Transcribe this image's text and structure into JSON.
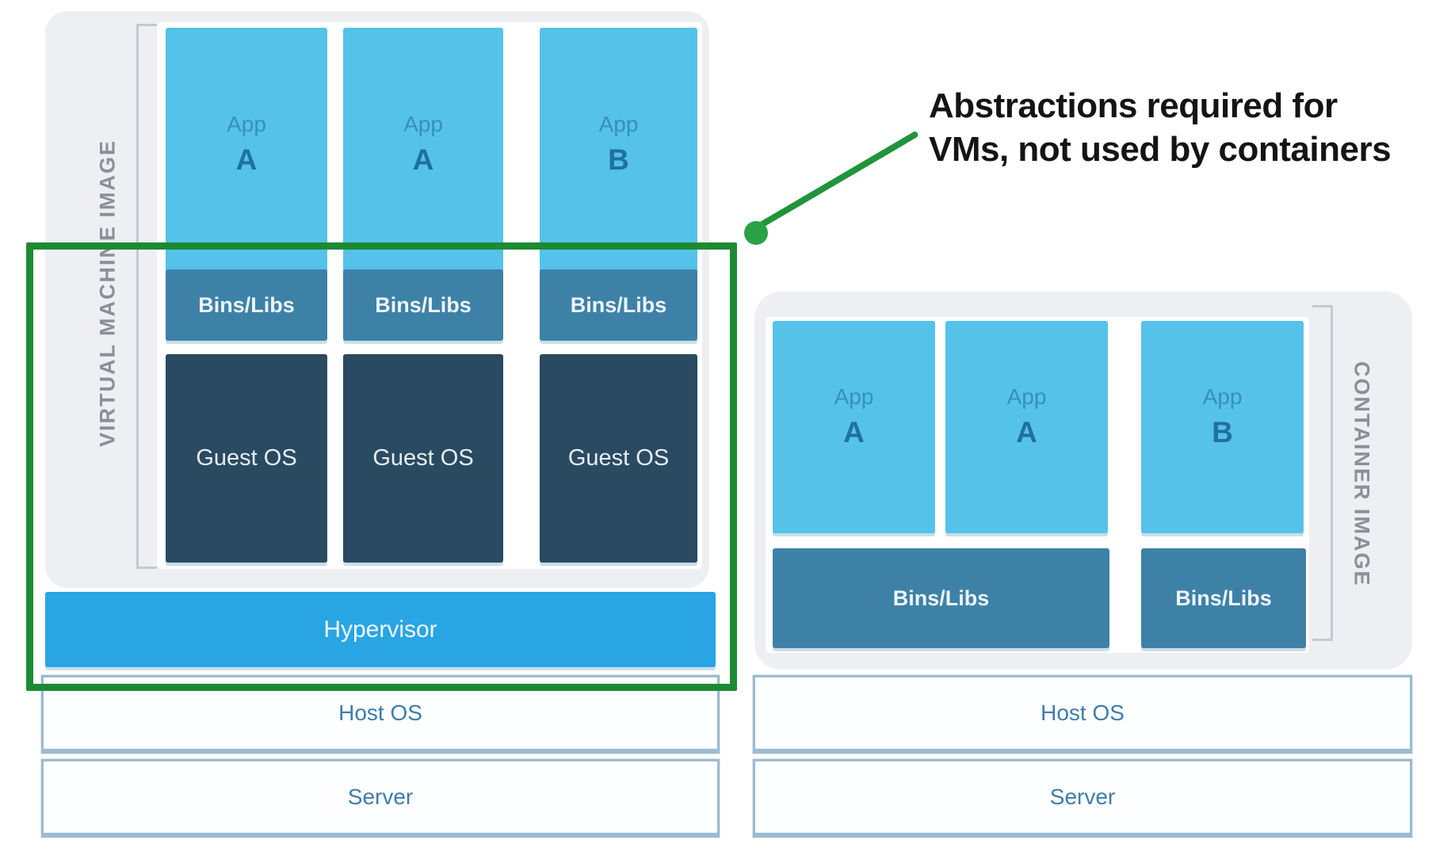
{
  "annotation": {
    "text_line1": "Abstractions required for",
    "text_line2": "VMs, not used by containers"
  },
  "vm_stack": {
    "side_label": "VIRTUAL MACHINE IMAGE",
    "columns": [
      {
        "app_word": "App",
        "app_letter": "A",
        "bins_label": "Bins/Libs",
        "guest_label": "Guest OS"
      },
      {
        "app_word": "App",
        "app_letter": "A",
        "bins_label": "Bins/Libs",
        "guest_label": "Guest OS"
      },
      {
        "app_word": "App",
        "app_letter": "B",
        "bins_label": "Bins/Libs",
        "guest_label": "Guest OS"
      }
    ],
    "hypervisor_label": "Hypervisor",
    "host_os_label": "Host OS",
    "server_label": "Server"
  },
  "container_stack": {
    "side_label": "CONTAINER IMAGE",
    "apps": [
      {
        "word": "App",
        "letter": "A"
      },
      {
        "word": "App",
        "letter": "A"
      },
      {
        "word": "App",
        "letter": "B"
      }
    ],
    "bins_shared_label": "Bins/Libs",
    "bins_single_label": "Bins/Libs",
    "host_os_label": "Host OS",
    "server_label": "Server"
  },
  "colors": {
    "app_block": "#55c2e9",
    "bins_block": "#3e81a7",
    "guest_os_block": "#2a4a62",
    "hypervisor_block": "#29a5e3",
    "panel_background": "#edeff3",
    "highlight_green": "#1d8a33",
    "bar_border": "#9cbbd1",
    "bar_text": "#3e7cab",
    "side_label_text": "#8a8f99"
  }
}
